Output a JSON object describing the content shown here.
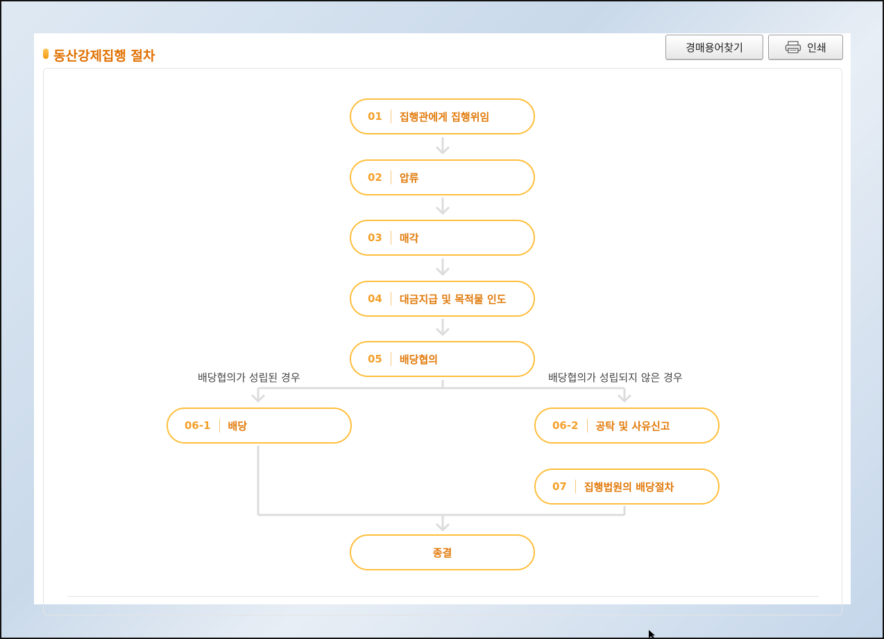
{
  "header": {
    "title": "동산강제집행 절차",
    "terms_button": "경매용어찾기",
    "print_button": "인쇄",
    "print_icon": "printer-icon"
  },
  "flowchart": {
    "steps": [
      {
        "num": "01",
        "label": "집행관에게 집행위임"
      },
      {
        "num": "02",
        "label": "압류"
      },
      {
        "num": "03",
        "label": "매각"
      },
      {
        "num": "04",
        "label": "대금지급 및 목적물 인도"
      },
      {
        "num": "05",
        "label": "배당협의"
      }
    ],
    "left_condition": "배당협의가 성립된 경우",
    "right_condition": "배당협의가 성립되지 않은 경우",
    "branch_left": {
      "num": "06-1",
      "label": "배당"
    },
    "branch_right": {
      "num": "06-2",
      "label": "공탁 및 사유신고"
    },
    "step_07": {
      "num": "07",
      "label": "집행법원의 배당절차"
    },
    "end": {
      "label": "종결"
    }
  },
  "colors": {
    "accent": "#e07000",
    "node_border": "#ffbe3b",
    "connector": "#dcdcdc"
  }
}
